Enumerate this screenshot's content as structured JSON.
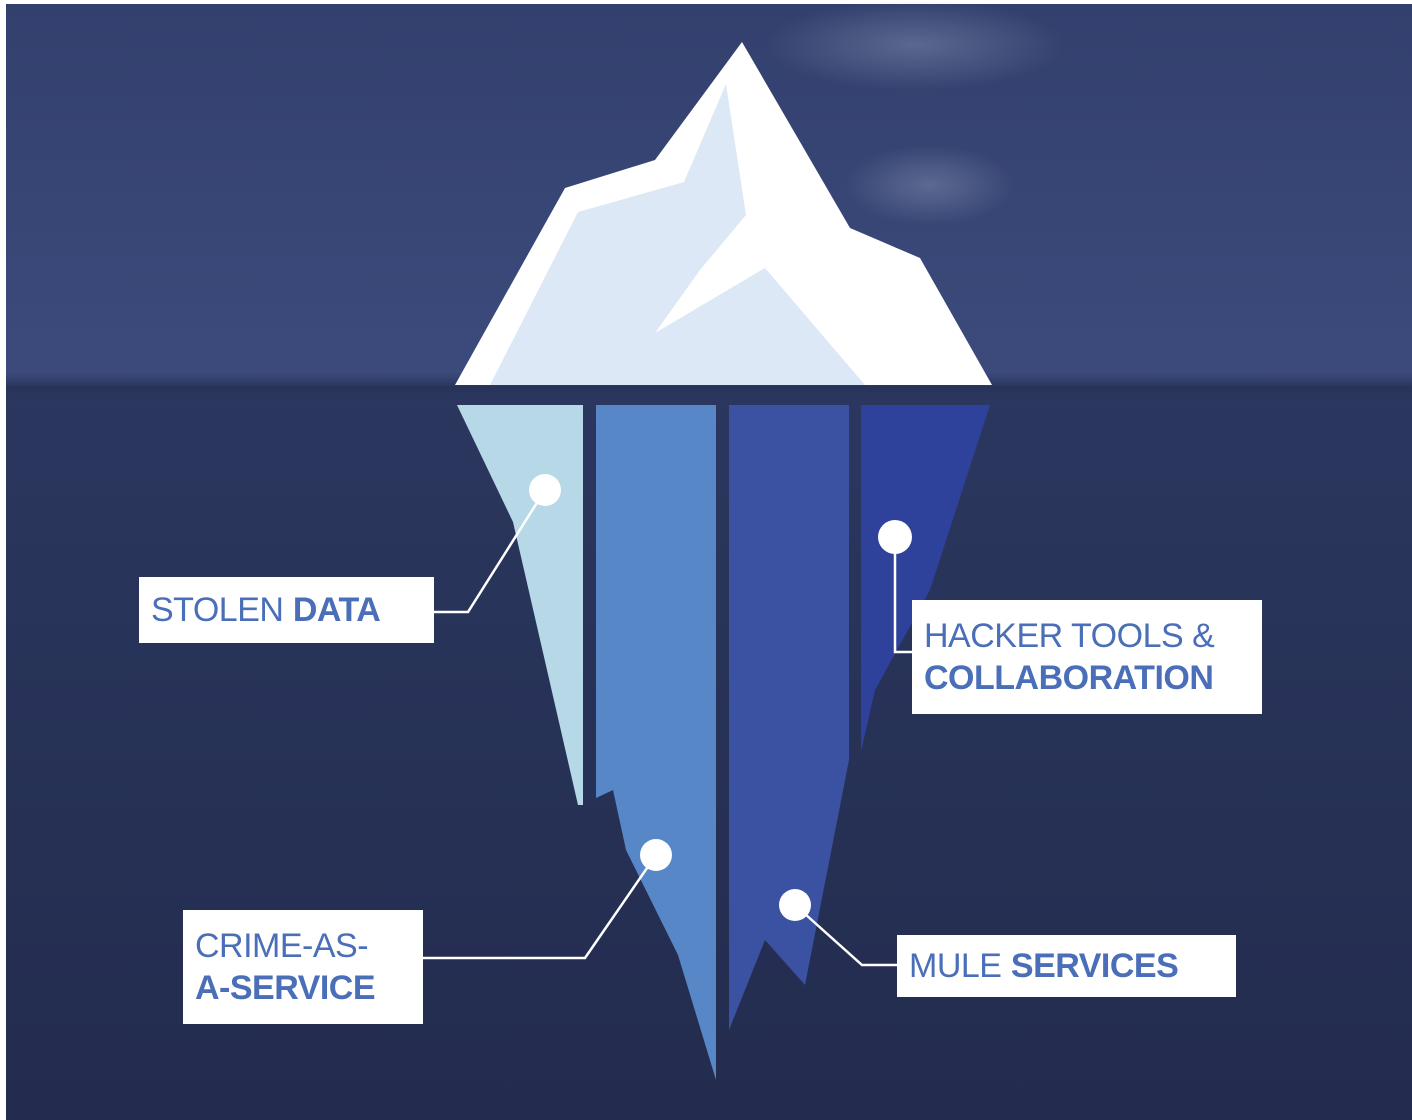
{
  "diagram": {
    "labels": {
      "stolen_data": {
        "light": "STOLEN",
        "bold": "DATA"
      },
      "hacker_tools": {
        "light": "HACKER TOOLS &",
        "bold": "COLLABORATION"
      },
      "crime_as_a_service": {
        "light": "CRIME-AS-",
        "bold": "A-SERVICE"
      },
      "mule_services": {
        "light": "MULE",
        "bold": "SERVICES"
      }
    },
    "colors": {
      "sky": "#374575",
      "water": "#263055",
      "ice_top": "#ffffff",
      "ice_shade": "#dde8f6",
      "stolen_data": "#b7d8e6",
      "crime_as_a_service": "#5787c7",
      "mule_services": "#3b51a2",
      "hacker_tools": "#2e419b",
      "label_text": "#4a6fb8"
    }
  }
}
